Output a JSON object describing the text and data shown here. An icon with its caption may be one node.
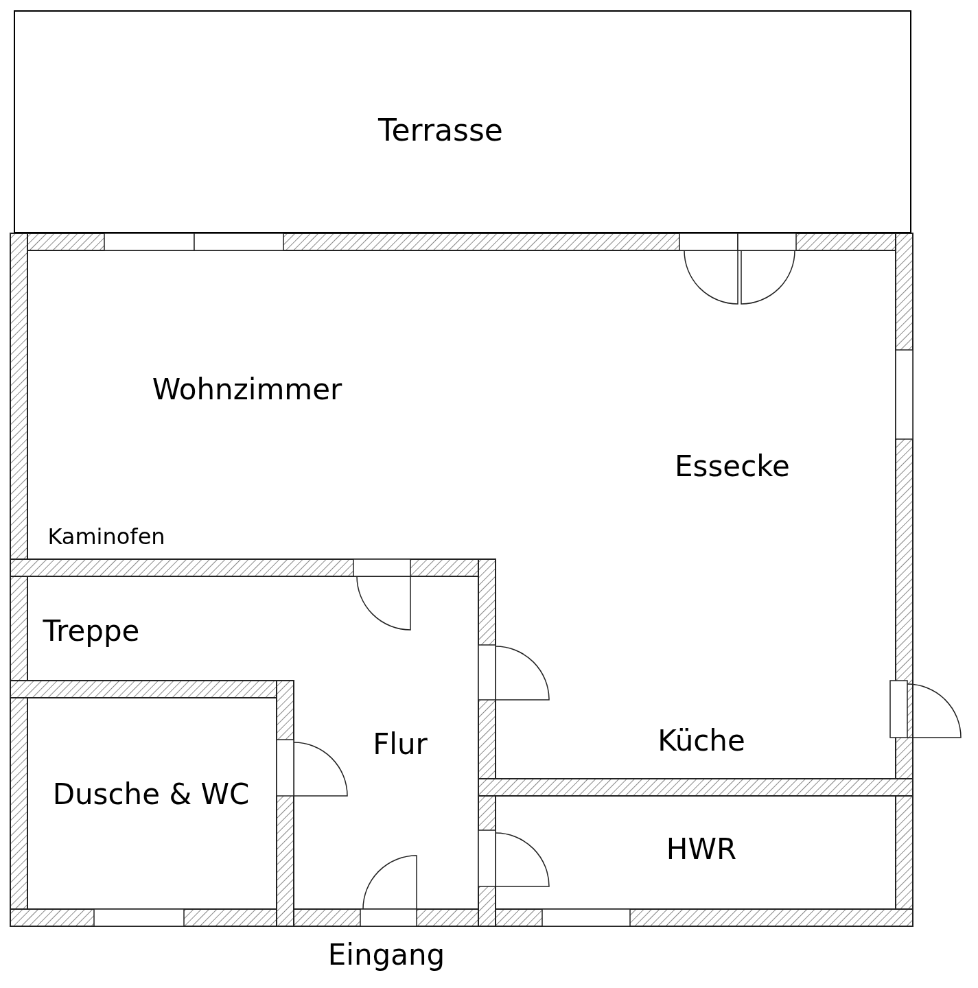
{
  "diagram": {
    "nodes": [
      {
        "text": [
          "Terrasse"
        ]
      },
      {
        "text": [
          "Wohnzimmer",
          "Essecke",
          "Kaminofen",
          "Küche"
        ]
      },
      {
        "text": [
          "Treppe"
        ]
      },
      {
        "text": [
          "Flur"
        ]
      },
      {
        "text": [
          "Dusche & WC"
        ]
      },
      {
        "text": [
          "HWR"
        ]
      }
    ],
    "labels": [
      "Eingang"
    ]
  }
}
